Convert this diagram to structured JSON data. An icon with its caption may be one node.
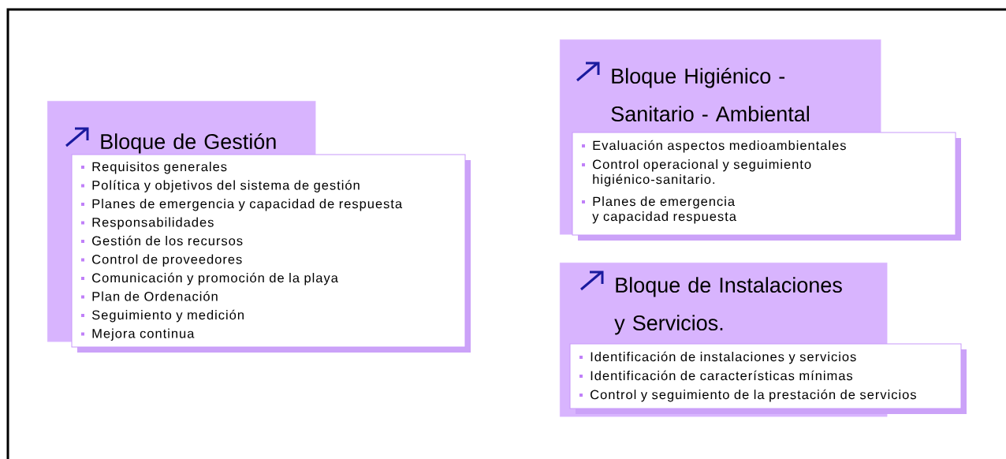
{
  "diagram": {
    "nodes": [
      {
        "text": [
          "Bloque de Gestión",
          "Requisitos generales",
          "Política y objetivos del sistema de gestión",
          "Planes de emergencia y capacidad de respuesta",
          "Responsabilidades",
          "Gestión de los recursos",
          "Control de proveedores",
          "Comunicación y promoción de la playa",
          "Plan de Ordenación",
          "Seguimiento y medición",
          "Mejora continua"
        ]
      },
      {
        "text": [
          "Bloque Higiénico - Sanitario - Ambiental",
          "Evaluación aspectos medioambientales",
          "Control operacional y seguimiento higiénico-sanitario.",
          "Planes de emergencia y capacidad respuesta"
        ]
      },
      {
        "text": [
          "Bloque de Instalaciones y Servicios.",
          "Identificación de instalaciones y servicios",
          "Identificación de características mínimas",
          "Control y seguimiento de la prestación de servicios"
        ]
      }
    ]
  }
}
